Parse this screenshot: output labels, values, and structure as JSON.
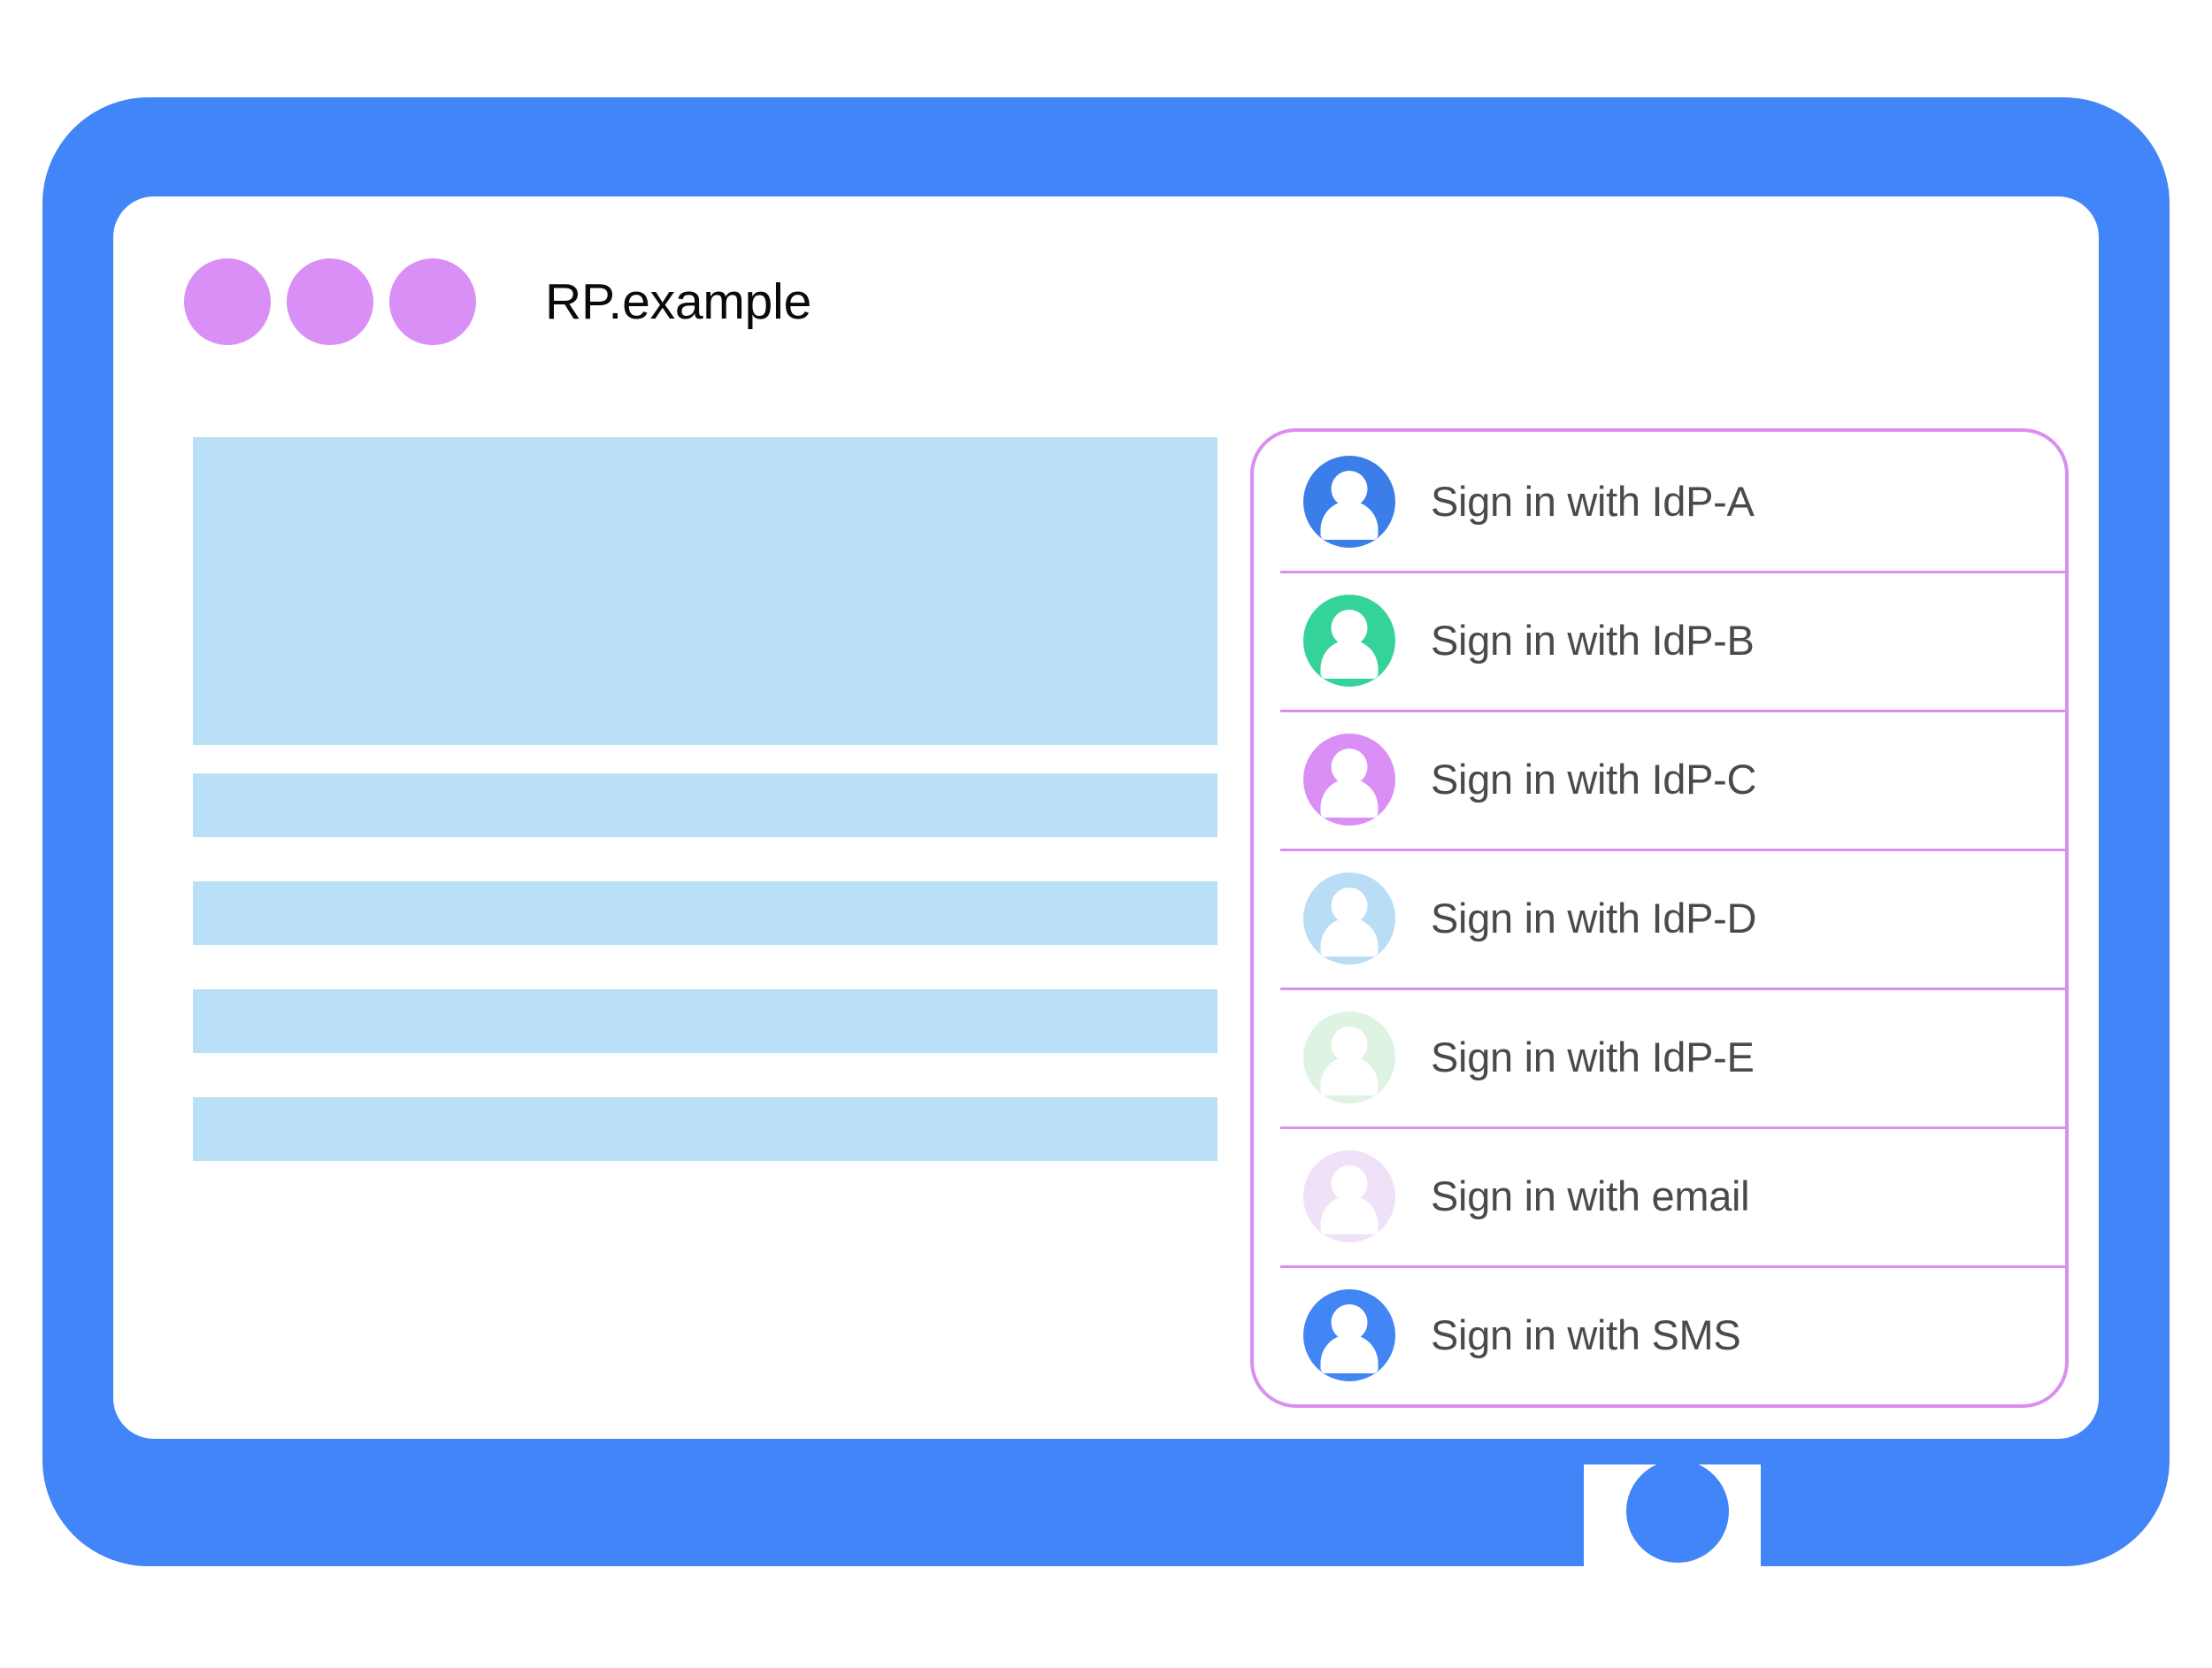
{
  "device": {
    "bezel_color": "#4285F8",
    "home_button_name": "home-button"
  },
  "browser": {
    "title": "RP.example",
    "dots": [
      {
        "name": "header-dot-1",
        "color": "#D98FF5"
      },
      {
        "name": "header-dot-2",
        "color": "#D98FF5"
      },
      {
        "name": "header-dot-3",
        "color": "#D98FF5"
      }
    ]
  },
  "content": {
    "placeholder_color": "#B9E0F7",
    "blocks": [
      {
        "name": "content-hero-placeholder",
        "type": "hero"
      },
      {
        "name": "content-bar-placeholder-1",
        "type": "bar"
      },
      {
        "name": "content-bar-placeholder-2",
        "type": "bar"
      },
      {
        "name": "content-bar-placeholder-3",
        "type": "bar"
      },
      {
        "name": "content-bar-placeholder-4",
        "type": "bar"
      }
    ]
  },
  "account_chooser": {
    "border_color": "#DA8FF0",
    "rows": [
      {
        "label": "Sign in with IdP-A",
        "avatar_color": "#3B7DE9",
        "name": "signin-idp-a"
      },
      {
        "label": "Sign in with IdP-B",
        "avatar_color": "#34D399",
        "name": "signin-idp-b"
      },
      {
        "label": "Sign in with IdP-C",
        "avatar_color": "#D98FF5",
        "name": "signin-idp-c"
      },
      {
        "label": "Sign in with IdP-D",
        "avatar_color": "#B9DDF5",
        "name": "signin-idp-d"
      },
      {
        "label": "Sign in with IdP-E",
        "avatar_color": "#DFF3E3",
        "name": "signin-idp-e"
      },
      {
        "label": "Sign in with email",
        "avatar_color": "#EFE1F7",
        "name": "signin-email"
      },
      {
        "label": "Sign in with SMS",
        "avatar_color": "#4285F4",
        "name": "signin-sms"
      }
    ]
  }
}
